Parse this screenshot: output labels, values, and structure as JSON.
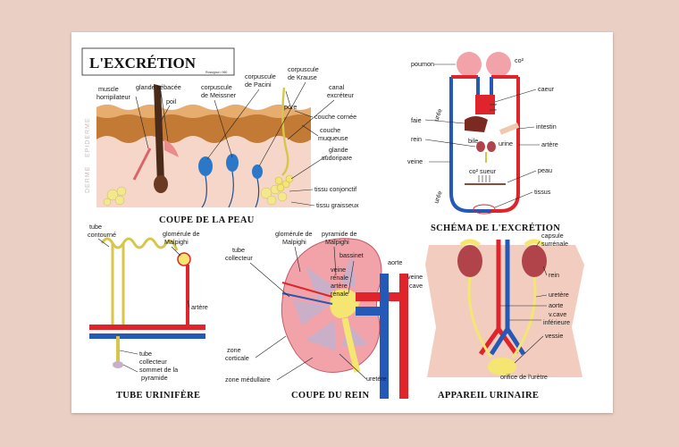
{
  "title": "L'EXCRÉTION",
  "publisher_note": "Rossignol • 960",
  "panels": {
    "skin": {
      "caption": "COUPE DE LA PEAU",
      "side_labels": [
        "EPIDERME",
        "DERME"
      ],
      "labels": {
        "muscle": "muscle",
        "horripilateur": "horripilateur",
        "glande_sebacee": "glande sébacée",
        "poil": "poil",
        "corpuscule_meissner_1": "corpuscule",
        "corpuscule_meissner_2": "de Meissner",
        "corpuscule_pacini_1": "corpuscule",
        "corpuscule_pacini_2": "de Pacini",
        "corpuscule_krause_1": "corpuscule",
        "corpuscule_krause_2": "de Krause",
        "canal_1": "canal",
        "canal_2": "excréteur",
        "pore": "pore",
        "couche_cornee": "couche cornée",
        "couche_muqueuse_1": "couche",
        "couche_muqueuse_2": "muqueuse",
        "glande_sudoripare_1": "glande",
        "glande_sudoripare_2": "sudoripare",
        "tissu_conjonctif": "tissu conjonctif",
        "tissu_graisseux": "tissu graisseux"
      }
    },
    "scheme": {
      "caption": "SCHÉMA DE L'EXCRÉTION",
      "labels": {
        "poumon": "poumon",
        "co2_top": "co²",
        "coeur": "caeur",
        "uree_top": "urée",
        "veine_porte_1": "veine",
        "veine_porte_2": "porte",
        "intestin": "intestin",
        "foie": "faie",
        "bile": "bile",
        "urine": "urine",
        "artere": "artère",
        "rein": "rein",
        "veine": "veine",
        "co2_sueur": "co² sueur",
        "peau": "peau",
        "tissus": "tissus",
        "uree_bottom": "urée"
      }
    },
    "tubule": {
      "caption": "TUBE URINIFÈRE",
      "labels": {
        "tube_contourne_1": "tube",
        "tube_contourne_2": "contourné",
        "glomerule_1": "glomérule de",
        "glomerule_2": "Malpighi",
        "artere": "artère",
        "tube_collecteur_1": "tube",
        "tube_collecteur_2": "collecteur",
        "sommet_1": "sommet de la",
        "sommet_2": "pyramide"
      }
    },
    "kidney": {
      "caption": "COUPE DU REIN",
      "labels": {
        "glomerule_1": "glomérule de",
        "glomerule_2": "Malpighi",
        "pyramide_1": "pyramide de",
        "pyramide_2": "Malpighi",
        "tube_collecteur_1": "tube",
        "tube_collecteur_2": "collecteur",
        "bassinet": "bassinet",
        "veine_renale_1": "veine",
        "veine_renale_2": "rénale",
        "artere_renale_1": "artère",
        "artere_renale_2": "rénale",
        "aorte": "aorte",
        "veine_cave_1": "veine",
        "veine_cave_2": "cave",
        "zone_corticale_1": "zone",
        "zone_corticale_2": "corticale",
        "zone_medullaire": "zone médullaire",
        "uretere": "uretère"
      }
    },
    "urinary": {
      "caption": "APPAREIL URINAIRE",
      "labels": {
        "capsule_1": "capsule",
        "capsule_2": "surrénale",
        "rein": "rein",
        "uretere": "uretère",
        "aorte": "aorte",
        "vcave_1": "v.cave",
        "vcave_2": "inférieure",
        "vessie": "vessie",
        "orifice": "orifice de l'urètre"
      }
    }
  },
  "colors": {
    "artery": "#e0242b",
    "vein": "#2459b8",
    "urine": "#f2e64a",
    "fat": "#f6ef8c",
    "skin_dark": "#b5732e",
    "skin_light": "#f3c9a6",
    "kidney": "#f2a3a9",
    "background": "#e9cfc4"
  }
}
